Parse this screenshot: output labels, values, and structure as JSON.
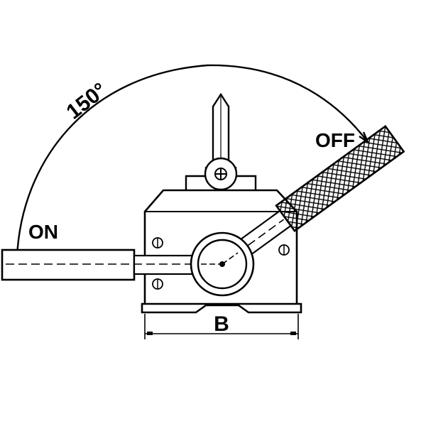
{
  "labels": {
    "angle": "150°",
    "on": "ON",
    "off": "OFF",
    "dimension": "B"
  },
  "colors": {
    "ink": "#000000",
    "background": "#ffffff"
  }
}
